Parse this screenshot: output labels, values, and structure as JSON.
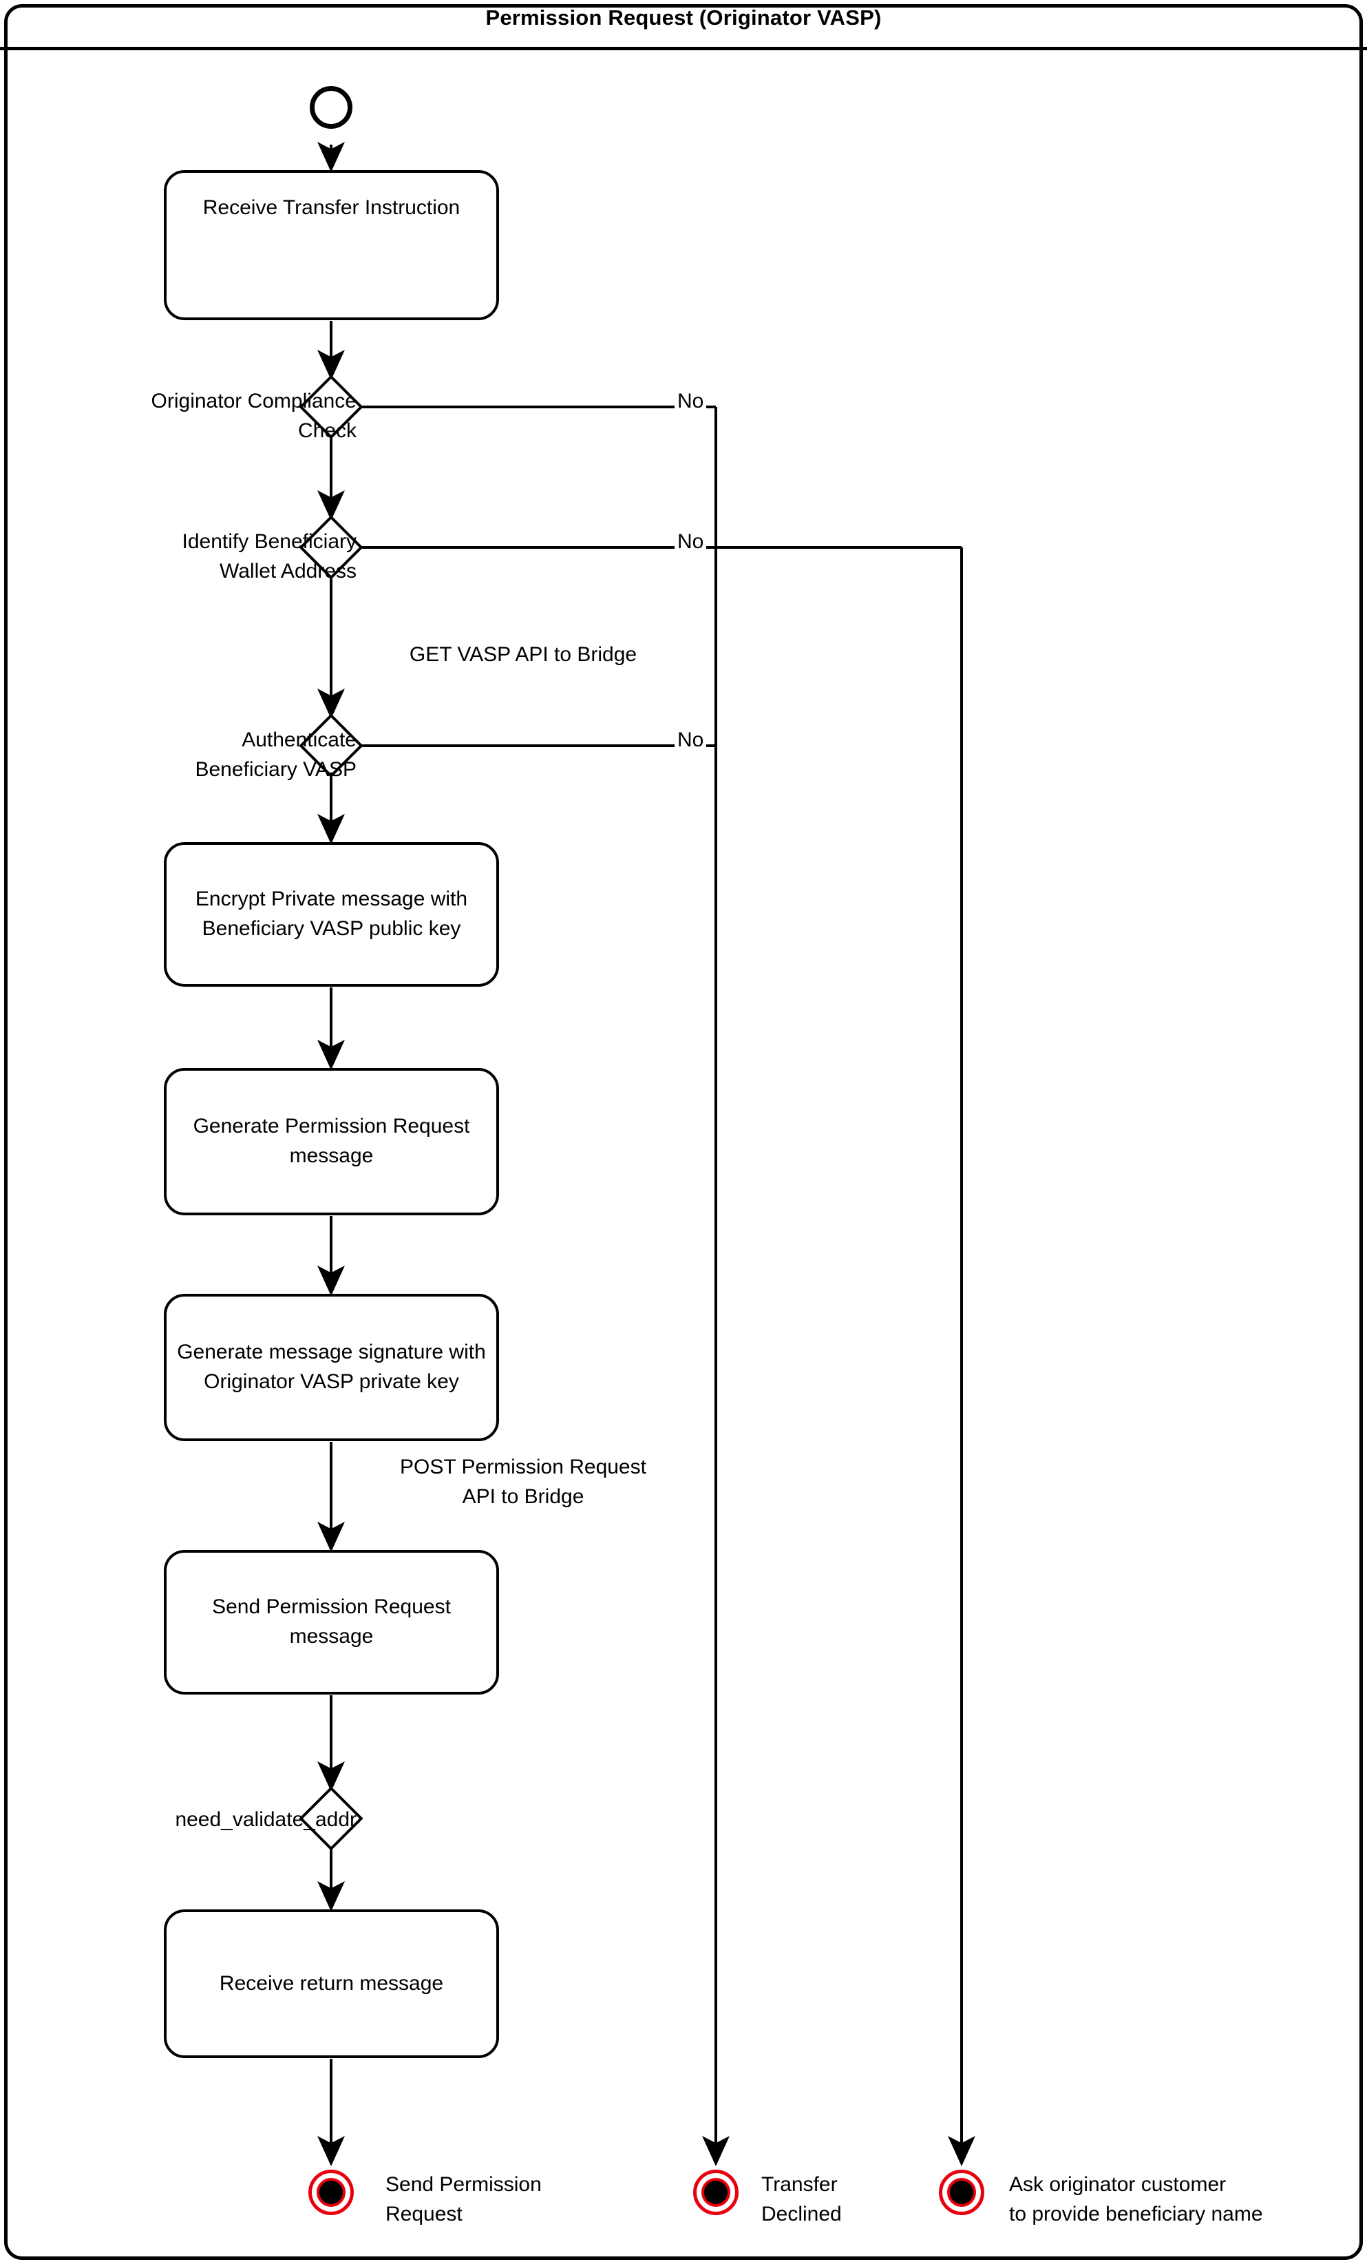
{
  "diagram": {
    "type": "uml-activity-diagram",
    "title": "Permission Request (Originator VASP)",
    "colors": {
      "stroke": "#000000",
      "background": "#ffffff",
      "end_node_ring": "#e8000d"
    },
    "start_node": {
      "name": "start"
    },
    "activities": [
      {
        "id": "a1",
        "label": "Receive Transfer Instruction"
      },
      {
        "id": "a2",
        "label": "Encrypt Private message\nwith Beneficiary VASP public\nkey"
      },
      {
        "id": "a3",
        "label": "Generate Permission\nRequest message"
      },
      {
        "id": "a4",
        "label": "Generate message\nsignature with Originator\nVASP private key"
      },
      {
        "id": "a5",
        "label": "Send Permission Request\nmessage"
      },
      {
        "id": "a6",
        "label": "Receive return message"
      }
    ],
    "decisions": [
      {
        "id": "d1",
        "label": "Originator Compliance\nCheck",
        "branch_label": "No"
      },
      {
        "id": "d2",
        "label": "Identify Beneficiary\nWallet Address",
        "branch_label": "No"
      },
      {
        "id": "d3",
        "label": "Authenticate\nBeneficiary VASP",
        "branch_label": "No"
      },
      {
        "id": "d4",
        "label": "need_validate_addr",
        "branch_label": ""
      }
    ],
    "edge_labels": [
      {
        "id": "e1",
        "label": "GET VASP API to Bridge"
      },
      {
        "id": "e2",
        "label": "POST Permission Request\nAPI to Bridge"
      }
    ],
    "end_nodes": [
      {
        "id": "n1",
        "label": "Send Permission\nRequest"
      },
      {
        "id": "n2",
        "label": "Transfer\nDeclined"
      },
      {
        "id": "n3",
        "label": "Ask originator customer\nto provide beneficiary name"
      }
    ]
  }
}
